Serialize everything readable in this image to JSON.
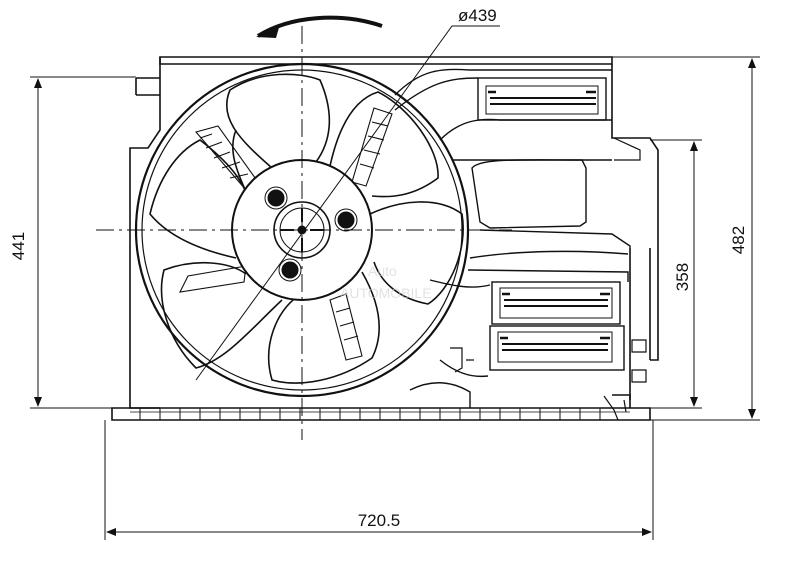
{
  "drawing": {
    "stroke_color": "#111111",
    "background": "#ffffff",
    "watermark_color": "#cfcfcf"
  },
  "dimensions": {
    "diameter": "ø439",
    "overall_width": "720.5",
    "height_left": "441",
    "height_right_inner": "358",
    "height_right_outer": "482"
  },
  "rotation_direction": "counterclockwise",
  "watermark": {
    "line1": "Auto",
    "line2": "AUTOMOBILE"
  }
}
